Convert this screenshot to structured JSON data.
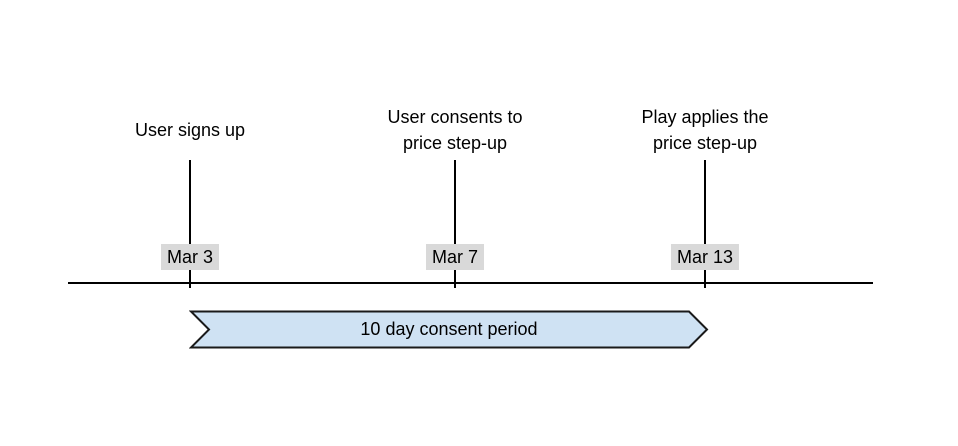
{
  "timeline": {
    "events": [
      {
        "label": "User signs up",
        "date": "Mar 3"
      },
      {
        "label": "User consents to\nprice step-up",
        "date": "Mar 7"
      },
      {
        "label": "Play applies the\nprice step-up",
        "date": "Mar 13"
      }
    ]
  },
  "banner": {
    "label": "10 day consent period",
    "fill_color": "#cfe2f3",
    "border_color": "#1a1a1a"
  },
  "colors": {
    "background": "#ffffff",
    "line": "#000000",
    "text": "#000000",
    "date_badge_background": "#d9d9d9"
  }
}
